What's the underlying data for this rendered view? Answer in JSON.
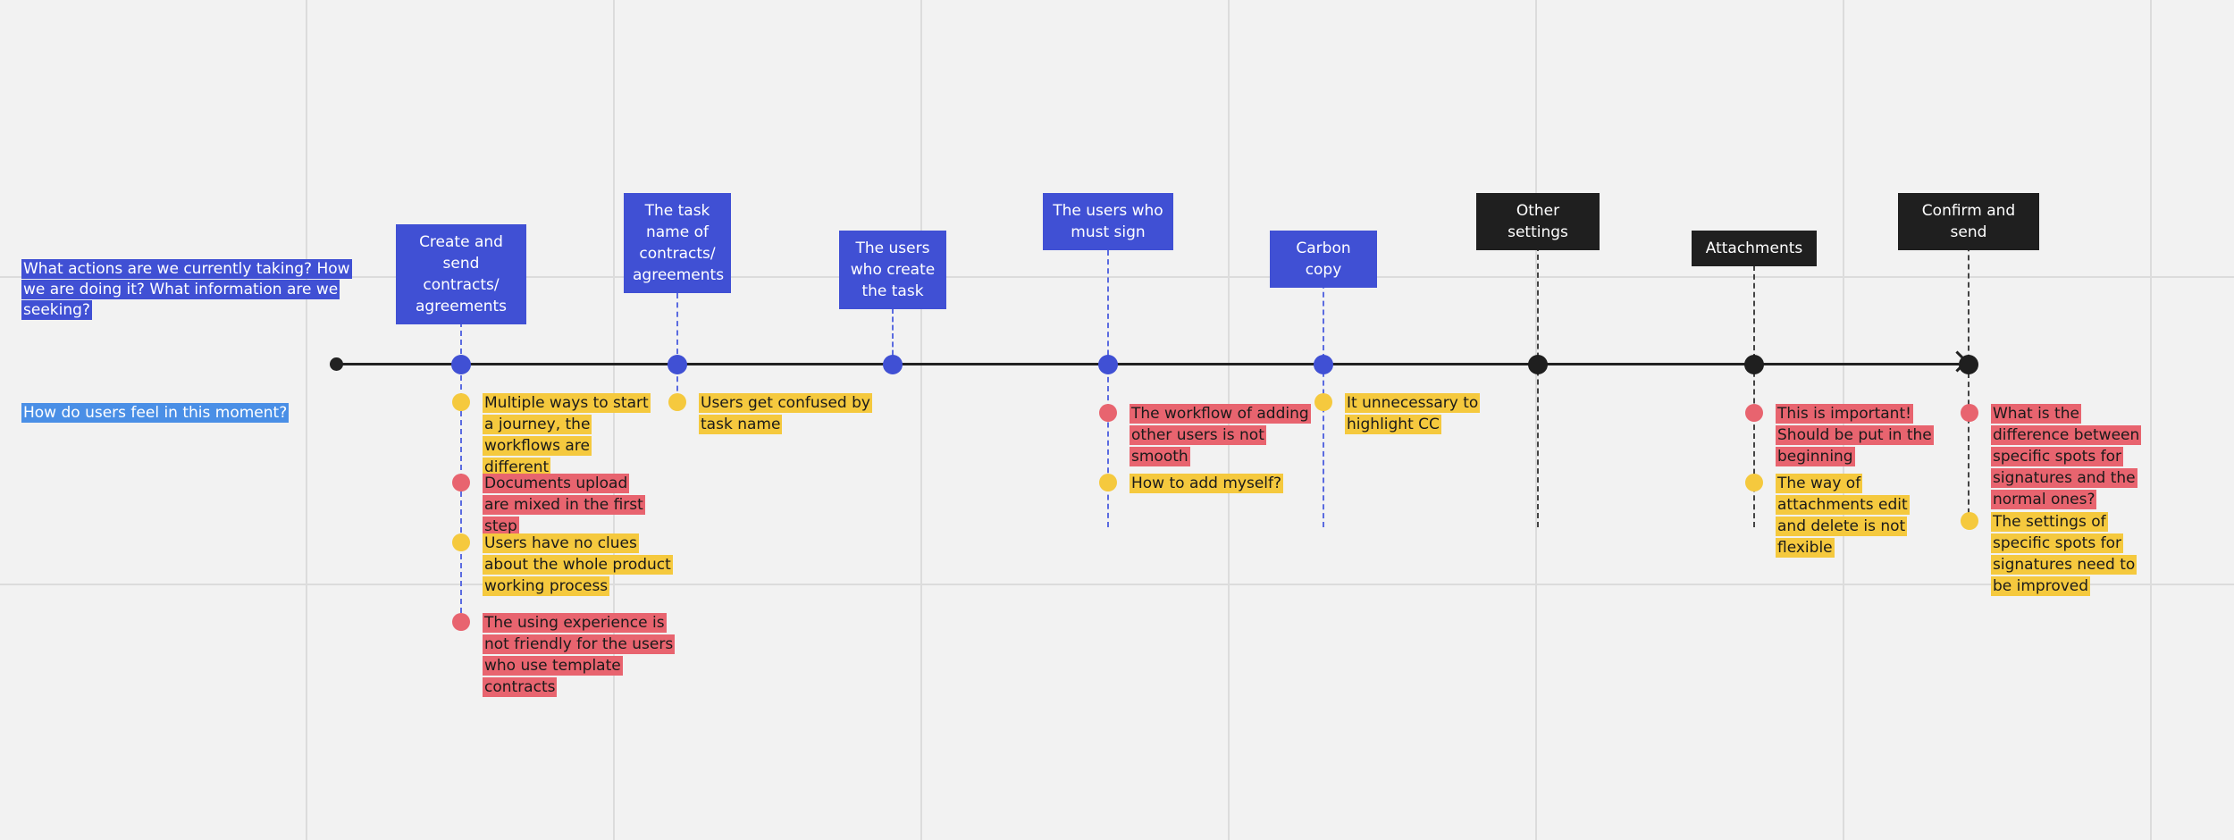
{
  "lanes": {
    "actions": "What actions are we currently taking? How we are doing it? What information are we seeking?",
    "feelings": "How do users feel in this moment?"
  },
  "stages": [
    {
      "label": "Create and send contracts/ agreements",
      "style": "blue"
    },
    {
      "label": "The task name of contracts/ agreements",
      "style": "blue"
    },
    {
      "label": "The users who create the task",
      "style": "blue"
    },
    {
      "label": "The users who must sign",
      "style": "blue"
    },
    {
      "label": "Carbon copy",
      "style": "blue"
    },
    {
      "label": "Other settings",
      "style": "black"
    },
    {
      "label": "Attachments",
      "style": "black"
    },
    {
      "label": "Confirm and send",
      "style": "black"
    }
  ],
  "notes": [
    {
      "stage": 0,
      "color": "yellow",
      "text": "Multiple ways to start a journey, the workflows are different"
    },
    {
      "stage": 0,
      "color": "red",
      "text": "Documents upload are mixed in the first step"
    },
    {
      "stage": 0,
      "color": "yellow",
      "text": "Users have no clues about the whole product working process"
    },
    {
      "stage": 0,
      "color": "red",
      "text": "The using experience is not friendly for the users who use template contracts"
    },
    {
      "stage": 1,
      "color": "yellow",
      "text": "Users get confused by task name"
    },
    {
      "stage": 3,
      "color": "red",
      "text": "The workflow of adding other users is not smooth"
    },
    {
      "stage": 3,
      "color": "yellow",
      "text": "How to add myself?"
    },
    {
      "stage": 4,
      "color": "yellow",
      "text": "It unnecessary to highlight CC"
    },
    {
      "stage": 6,
      "color": "red",
      "text": "This is important! Should be put in the beginning"
    },
    {
      "stage": 6,
      "color": "yellow",
      "text": "The way of attachments edit and delete is not flexible"
    },
    {
      "stage": 7,
      "color": "red",
      "text": "What is the difference between specific spots for signatures and the normal ones?"
    },
    {
      "stage": 7,
      "color": "yellow",
      "text": "The settings of specific spots for signatures need to be improved"
    }
  ],
  "colors": {
    "stage_blue": "#4050d4",
    "stage_black": "#1f1f1f",
    "note_yellow": "#f5c93e",
    "note_red": "#e8646f",
    "lane_actions": "#4050d4",
    "lane_feelings": "#4a8fe6"
  }
}
